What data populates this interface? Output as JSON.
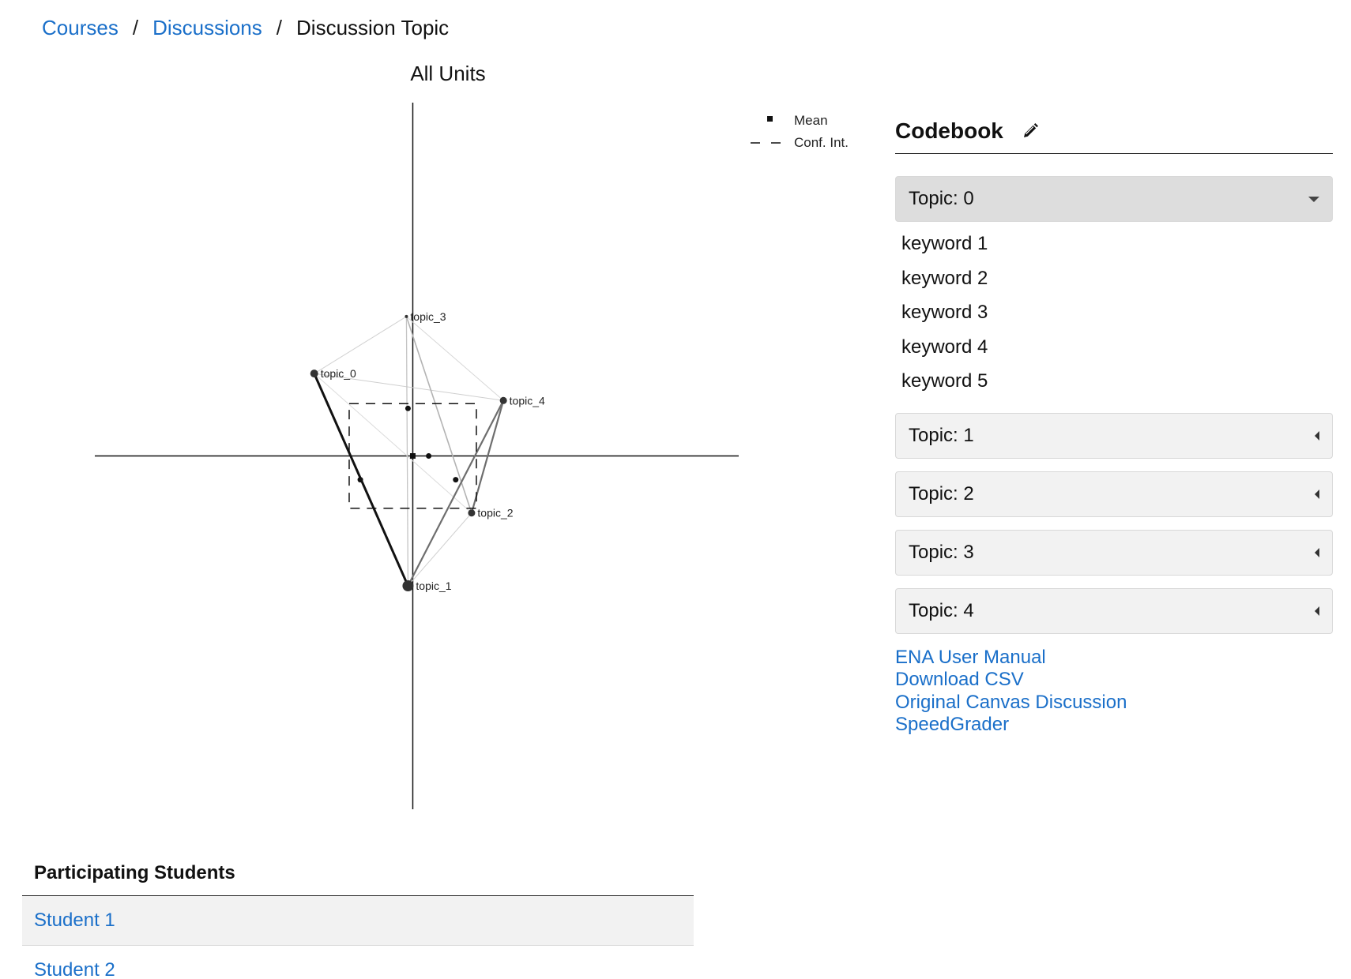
{
  "breadcrumb": {
    "courses": "Courses",
    "discussions": "Discussions",
    "current": "Discussion Topic",
    "separator": "/"
  },
  "chart_data": {
    "type": "scatter",
    "title": "All Units",
    "legend": [
      {
        "label": "Mean",
        "marker": "square"
      },
      {
        "label": "Conf. Int.",
        "marker": "dashed"
      }
    ],
    "legend_placement": "top-right",
    "nodes": [
      {
        "name": "topic_0",
        "x": -0.62,
        "y": 0.52,
        "size": 5
      },
      {
        "name": "topic_1",
        "x": -0.03,
        "y": -0.82,
        "size": 7
      },
      {
        "name": "topic_2",
        "x": 0.37,
        "y": -0.36,
        "size": 4.5
      },
      {
        "name": "topic_3",
        "x": -0.04,
        "y": 0.88,
        "size": 2
      },
      {
        "name": "topic_4",
        "x": 0.57,
        "y": 0.35,
        "size": 4.5
      }
    ],
    "edges": [
      {
        "from": "topic_0",
        "to": "topic_1",
        "weight": 3,
        "color": "#111111"
      },
      {
        "from": "topic_4",
        "to": "topic_1",
        "weight": 2.2,
        "color": "#6e6e6e"
      },
      {
        "from": "topic_4",
        "to": "topic_2",
        "weight": 2.2,
        "color": "#6e6e6e"
      },
      {
        "from": "topic_3",
        "to": "topic_2",
        "weight": 1.6,
        "color": "#b3b3b3"
      },
      {
        "from": "topic_3",
        "to": "topic_1",
        "weight": 1.3,
        "color": "#c4c4c4"
      },
      {
        "from": "topic_3",
        "to": "topic_0",
        "weight": 1,
        "color": "#d2d2d2"
      },
      {
        "from": "topic_3",
        "to": "topic_4",
        "weight": 1,
        "color": "#d6d6d6"
      },
      {
        "from": "topic_0",
        "to": "topic_4",
        "weight": 1,
        "color": "#cfcfcf"
      },
      {
        "from": "topic_0",
        "to": "topic_2",
        "weight": 1,
        "color": "#dcdcdc"
      },
      {
        "from": "topic_1",
        "to": "topic_2",
        "weight": 1,
        "color": "#d0d0d0"
      }
    ],
    "units": [
      {
        "x": -0.03,
        "y": 0.3
      },
      {
        "x": 0.1,
        "y": 0.0
      },
      {
        "x": -0.33,
        "y": -0.15
      },
      {
        "x": 0.27,
        "y": -0.15
      }
    ],
    "mean": {
      "x": 0.0,
      "y": 0.0
    },
    "conf_int": {
      "x": [
        -0.4,
        0.4
      ],
      "y": [
        -0.33,
        0.33
      ]
    },
    "xlim": [
      -2.0,
      2.05
    ],
    "ylim": [
      -2.23,
      2.23
    ],
    "grid": false
  },
  "codebook": {
    "title": "Codebook",
    "edit_icon": "pencil-icon",
    "topics": [
      {
        "label": "Topic: 0",
        "open": true,
        "keywords": [
          "keyword 1",
          "keyword 2",
          "keyword 3",
          "keyword 4",
          "keyword 5"
        ]
      },
      {
        "label": "Topic: 1",
        "open": false
      },
      {
        "label": "Topic: 2",
        "open": false
      },
      {
        "label": "Topic: 3",
        "open": false
      },
      {
        "label": "Topic: 4",
        "open": false
      }
    ],
    "links": {
      "manual": "ENA User Manual",
      "csv": "Download CSV",
      "canvas": "Original Canvas Discussion",
      "speedgrader": "SpeedGrader"
    }
  },
  "students": {
    "title": "Participating Students",
    "rows": [
      "Student 1",
      "Student 2"
    ]
  }
}
